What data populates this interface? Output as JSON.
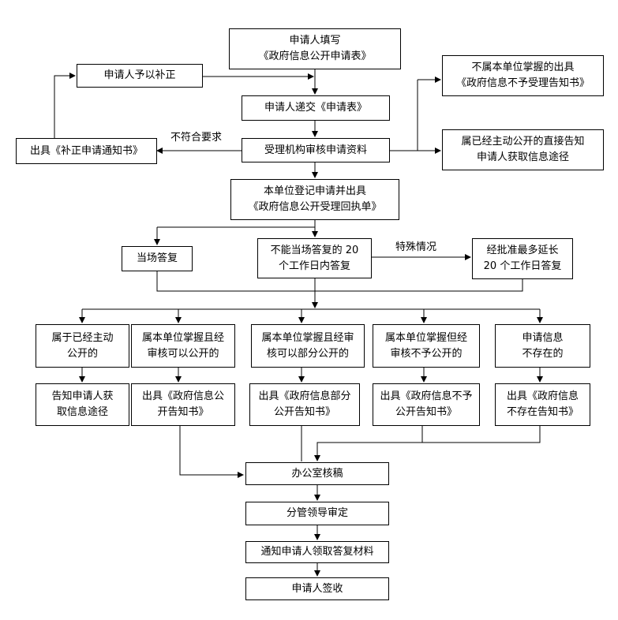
{
  "boxes": {
    "fill": [
      "申请人填写",
      "《政府信息公开申请表》"
    ],
    "supplement": [
      "申请人予以补正"
    ],
    "submit": [
      "申请人递交《申请表》"
    ],
    "review": [
      "受理机构审核申请资料"
    ],
    "correction_notice": [
      "出具《补正申请通知书》"
    ],
    "not_own": [
      "不属本单位掌握的出具",
      "《政府信息不予受理告知书》"
    ],
    "already_public": [
      "属已经主动公开的直接告知",
      "申请人获取信息途径"
    ],
    "register": [
      "本单位登记申请并出具",
      "《政府信息公开受理回执单》"
    ],
    "on_spot": [
      "当场答复"
    ],
    "within20": [
      "不能当场答复的 20",
      "个工作日内答复"
    ],
    "extend": [
      "经批准最多延长",
      "20 个工作日答复"
    ],
    "c1": [
      "属于已经主动",
      "公开的"
    ],
    "c2": [
      "属本单位掌握且经",
      "审核可以公开的"
    ],
    "c3": [
      "属本单位掌握且经审",
      "核可以部分公开的"
    ],
    "c4": [
      "属本单位掌握但经",
      "审核不予公开的"
    ],
    "c5": [
      "申请信息",
      "不存在的"
    ],
    "r1": [
      "告知申请人获",
      "取信息途径"
    ],
    "r2": [
      "出具《政府信息公",
      "开告知书》"
    ],
    "r3": [
      "出具《政府信息部分",
      "公开告知书》"
    ],
    "r4": [
      "出具《政府信息不予",
      "公开告知书》"
    ],
    "r5": [
      "出具《政府信息",
      "不存在告知书》"
    ],
    "office": [
      "办公室核稿"
    ],
    "leader": [
      "分管领导审定"
    ],
    "notify": [
      "通知申请人领取答复材料"
    ],
    "sign": [
      "申请人签收"
    ]
  },
  "labels": {
    "not_compliant": "不符合要求",
    "special": "特殊情况"
  }
}
